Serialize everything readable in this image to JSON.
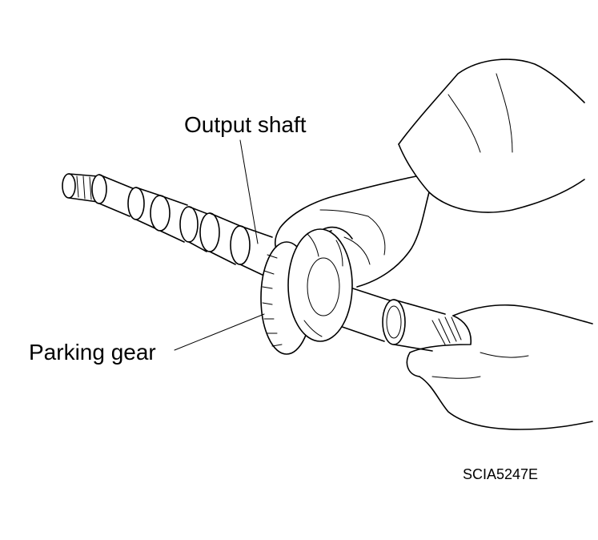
{
  "labels": {
    "output_shaft": "Output shaft",
    "parking_gear": "Parking gear",
    "figure_code": "SCIA5247E"
  },
  "colors": {
    "ink": "#000000",
    "background": "#ffffff"
  }
}
